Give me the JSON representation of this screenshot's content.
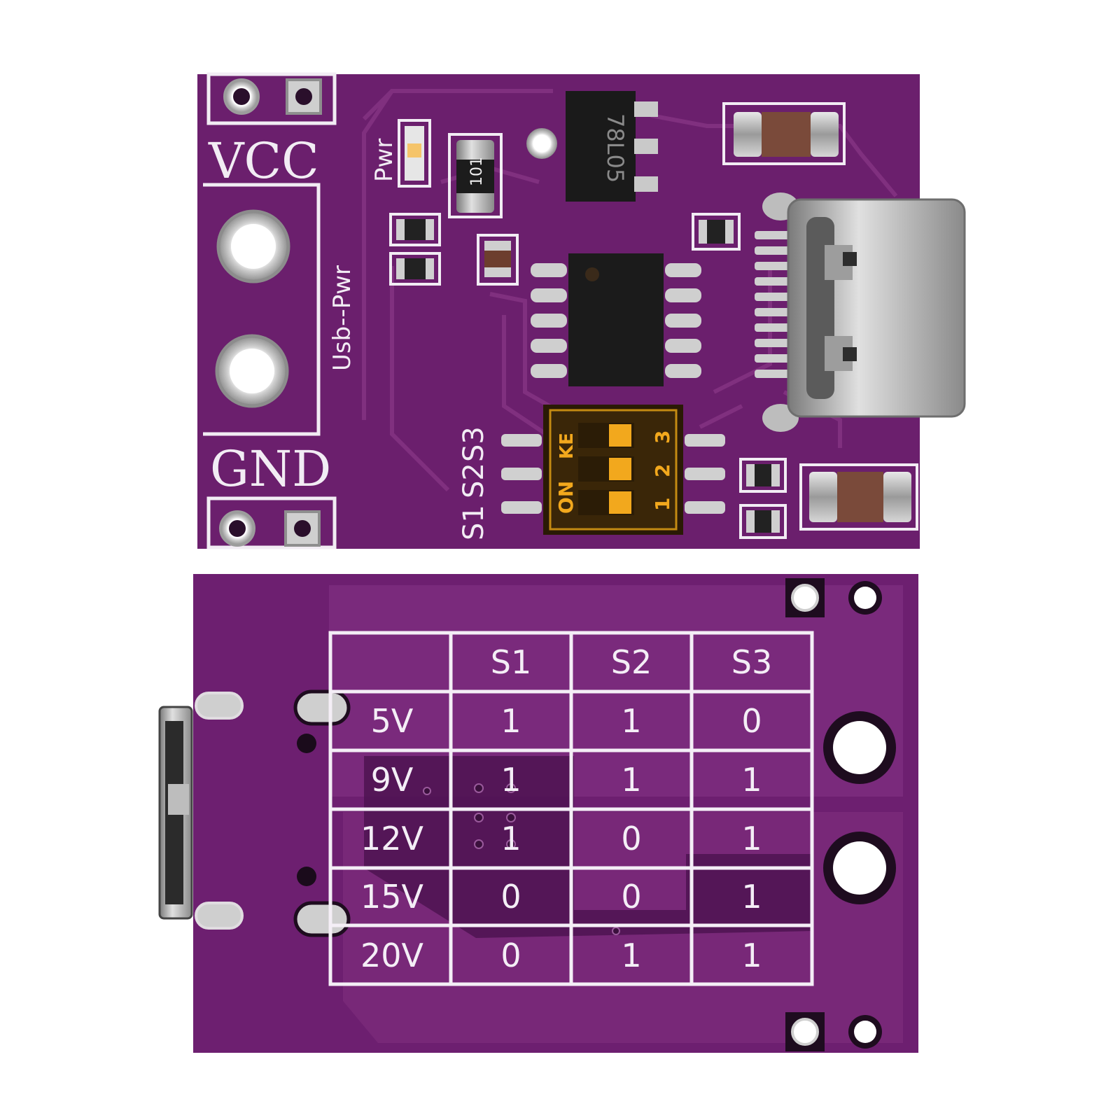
{
  "top_board": {
    "labels": {
      "vcc": "VCC",
      "gnd": "GND",
      "pwr": "Pwr",
      "usb_pwr": "Usb--Pwr",
      "s1": "S1",
      "s2": "S2",
      "s3": "S3",
      "regulator": "78L05",
      "resistor": "101",
      "dip_on": "ON",
      "dip_brand": "KE",
      "dip_1": "1",
      "dip_2": "2",
      "dip_3": "3"
    }
  },
  "bottom_board": {
    "table": {
      "columns": [
        "",
        "S1",
        "S2",
        "S3"
      ],
      "rows": [
        {
          "v": "5V",
          "s1": "1",
          "s2": "1",
          "s3": "0"
        },
        {
          "v": "9V",
          "s1": "1",
          "s2": "1",
          "s3": "1"
        },
        {
          "v": "12V",
          "s1": "1",
          "s2": "0",
          "s3": "1"
        },
        {
          "v": "15V",
          "s1": "0",
          "s2": "0",
          "s3": "1"
        },
        {
          "v": "20V",
          "s1": "0",
          "s2": "1",
          "s3": "1"
        }
      ]
    }
  },
  "colors": {
    "pcb": "#6b1f6d",
    "pcb_dark": "#4e1550",
    "trace": "#7e2a7f",
    "silkscreen": "#f2ecf4",
    "copper_pad": "#c9c9c9",
    "dip_switch": "#f2a81d"
  },
  "icons": [
    "usb-c-connector",
    "dip-switch",
    "ic-chip",
    "voltage-regulator",
    "capacitor",
    "led"
  ]
}
